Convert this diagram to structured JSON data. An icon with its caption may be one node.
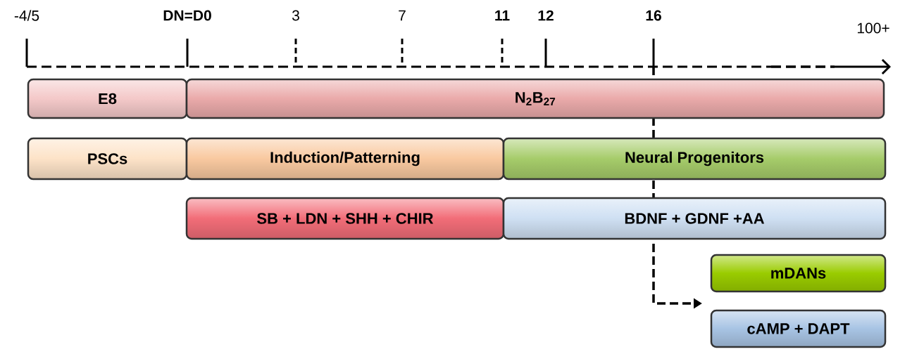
{
  "diagram": {
    "nodes": [
      {
        "text": [
          "E8"
        ]
      },
      {
        "text": [
          "N$_{2}$B$_{27}$"
        ]
      },
      {
        "text": [
          "PSCs"
        ]
      },
      {
        "text": [
          "Induction/Patterning"
        ]
      },
      {
        "text": [
          "Neural Progenitors"
        ]
      },
      {
        "text": [
          "SB + LDN + SHH + CHIR"
        ]
      },
      {
        "text": [
          "BDNF + GDNF +AA"
        ]
      },
      {
        "text": [
          "mDANs"
        ]
      },
      {
        "text": [
          "cAMP + DAPT"
        ]
      }
    ],
    "labels": [
      "-4/5",
      "DN=D0",
      "3",
      "7",
      "11",
      "12",
      "16",
      "100+"
    ]
  }
}
